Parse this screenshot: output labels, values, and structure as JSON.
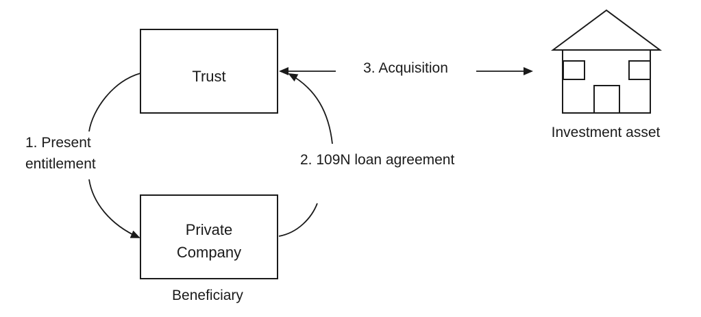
{
  "nodes": {
    "trust": {
      "label": "Trust"
    },
    "company": {
      "line1": "Private",
      "line2": "Company",
      "caption": "Beneficiary"
    },
    "asset": {
      "caption": "Investment asset"
    }
  },
  "edges": {
    "present_entitlement": {
      "line1": "1. Present",
      "line2": "entitlement"
    },
    "loan_agreement": {
      "label": "2. 109N loan agreement"
    },
    "acquisition": {
      "label": "3. Acquisition"
    }
  }
}
